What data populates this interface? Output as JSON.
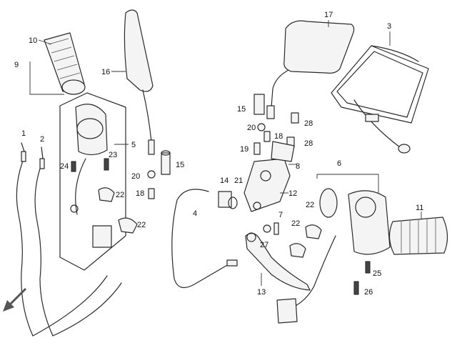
{
  "callouts": {
    "c1": "1",
    "c2": "2",
    "c3": "3",
    "c4": "4",
    "c5": "5",
    "c6": "6",
    "c7": "7",
    "c8": "8",
    "c9": "9",
    "c10": "10",
    "c11": "11",
    "c12": "12",
    "c13": "13",
    "c14": "14",
    "c15a": "15",
    "c15b": "15",
    "c16": "16",
    "c17": "17",
    "c18a": "18",
    "c18b": "18",
    "c19": "19",
    "c20a": "20",
    "c20b": "20",
    "c21": "21",
    "c22a": "22",
    "c22b": "22",
    "c22c": "22",
    "c22d": "22",
    "c23": "23",
    "c24": "24",
    "c25": "25",
    "c26": "26",
    "c27": "27",
    "c28a": "28",
    "c28b": "28"
  }
}
